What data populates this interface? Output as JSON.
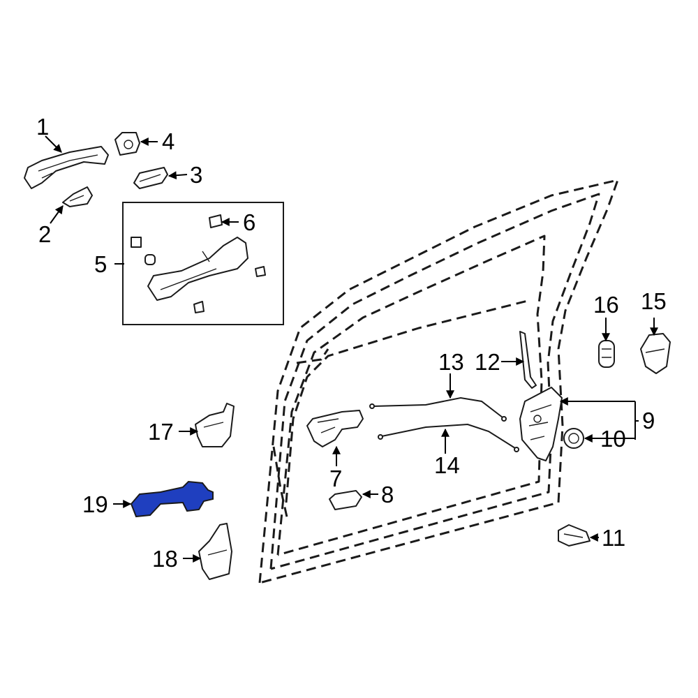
{
  "callouts": [
    {
      "id": "1",
      "label": "1"
    },
    {
      "id": "2",
      "label": "2"
    },
    {
      "id": "3",
      "label": "3"
    },
    {
      "id": "4",
      "label": "4"
    },
    {
      "id": "5",
      "label": "5"
    },
    {
      "id": "6",
      "label": "6"
    },
    {
      "id": "7",
      "label": "7"
    },
    {
      "id": "8",
      "label": "8"
    },
    {
      "id": "9",
      "label": "9"
    },
    {
      "id": "10",
      "label": "10"
    },
    {
      "id": "11",
      "label": "11"
    },
    {
      "id": "12",
      "label": "12"
    },
    {
      "id": "13",
      "label": "13"
    },
    {
      "id": "14",
      "label": "14"
    },
    {
      "id": "15",
      "label": "15"
    },
    {
      "id": "16",
      "label": "16"
    },
    {
      "id": "17",
      "label": "17"
    },
    {
      "id": "18",
      "label": "18"
    },
    {
      "id": "19",
      "label": "19"
    }
  ],
  "highlighted_part": "19",
  "colors": {
    "highlight": "#1f3fbf",
    "line": "#1a1a1a",
    "background": "#ffffff"
  }
}
